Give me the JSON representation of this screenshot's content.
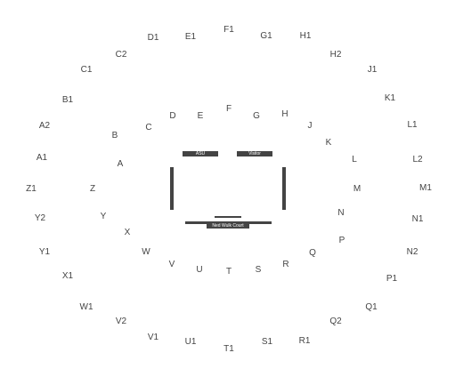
{
  "court": {
    "asu_label": "ASU",
    "visitor_label": "Visitor",
    "court_name": "Ned Wulk Court"
  },
  "colors": {
    "background": "#ffffff",
    "text": "#444444",
    "court_lines": "#444444",
    "label_text": "#ffffff"
  },
  "sections": {
    "inner": [
      "D",
      "E",
      "F",
      "G",
      "H",
      "J",
      "K",
      "L",
      "M",
      "N",
      "P",
      "Q",
      "R",
      "S",
      "T",
      "U",
      "V",
      "W",
      "X",
      "Y",
      "Z",
      "A",
      "B",
      "C"
    ],
    "outer": [
      "D1",
      "E1",
      "F1",
      "G1",
      "H1",
      "H2",
      "J1",
      "K1",
      "L1",
      "L2",
      "M1",
      "N1",
      "N2",
      "P1",
      "Q1",
      "Q2",
      "R1",
      "S1",
      "T1",
      "U1",
      "V1",
      "V2",
      "W1",
      "X1",
      "Y1",
      "Y2",
      "Z1",
      "A1",
      "A2",
      "B1",
      "C1",
      "C2"
    ]
  }
}
